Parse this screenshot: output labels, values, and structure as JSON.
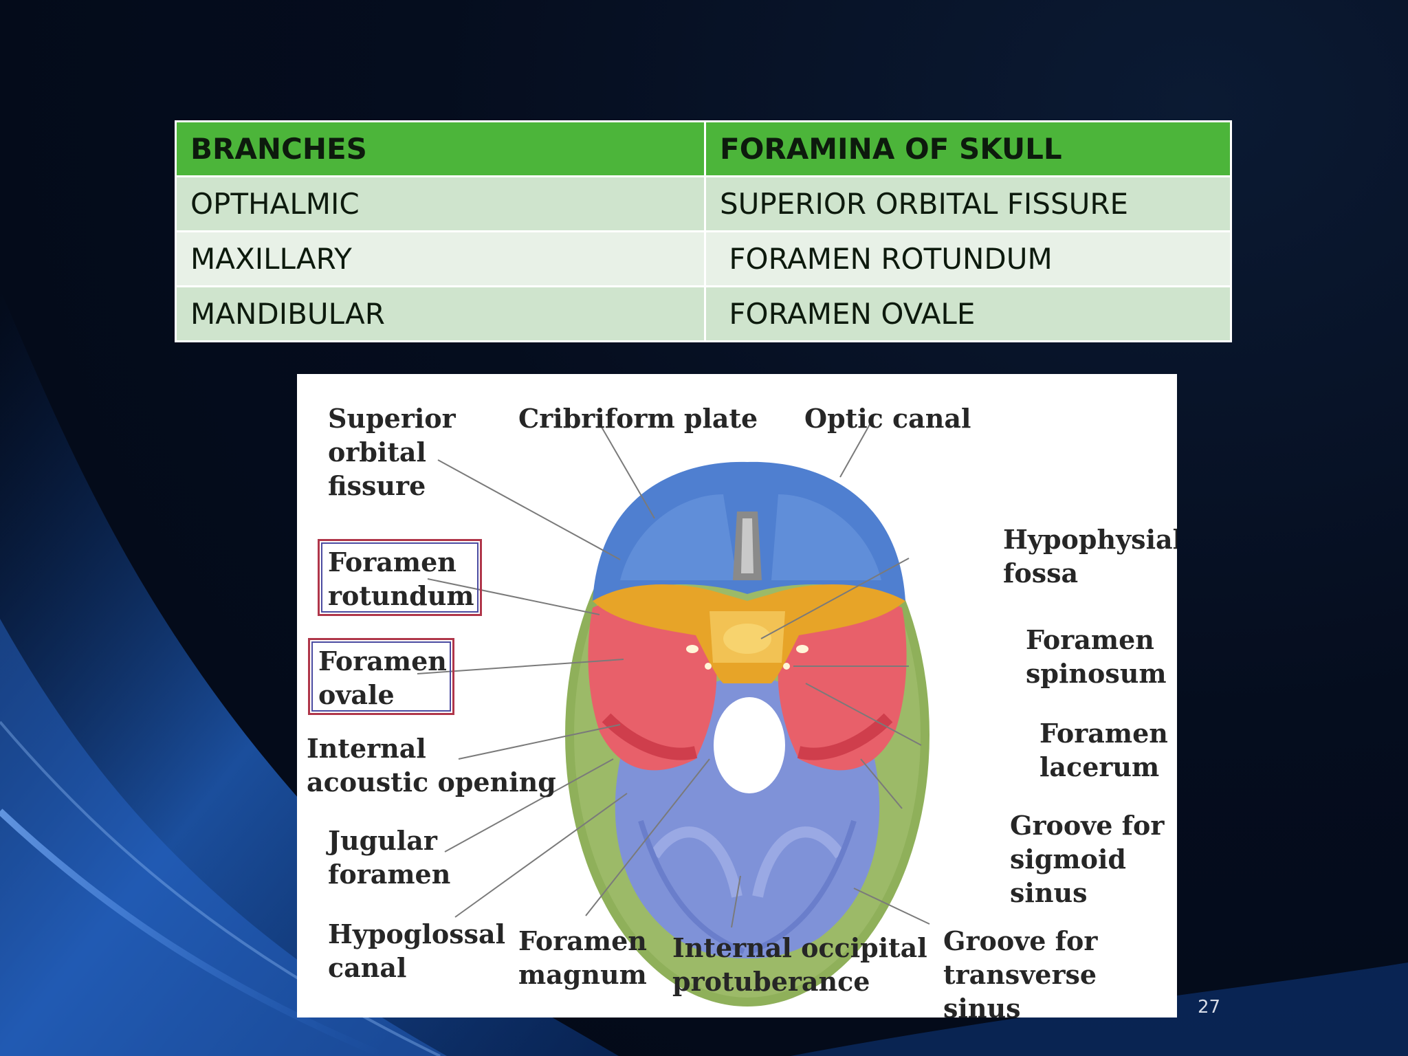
{
  "table": {
    "headers": [
      "BRANCHES",
      "FORAMINA OF SKULL"
    ],
    "rows": [
      [
        "OPTHALMIC",
        "SUPERIOR ORBITAL FISSURE"
      ],
      [
        "MAXILLARY",
        " FORAMEN ROTUNDUM"
      ],
      [
        "MANDIBULAR",
        " FORAMEN OVALE"
      ]
    ]
  },
  "figure": {
    "labels": {
      "superior_orbital_fissure": "Superior\norbital\nfissure",
      "cribriform_plate": "Cribriform plate",
      "optic_canal": "Optic canal",
      "foramen_rotundum": "Foramen\nrotundum",
      "foramen_ovale": "Foramen\novale",
      "internal_acoustic_opening": "Internal\nacoustic opening",
      "jugular_foramen": "Jugular\nforamen",
      "hypoglossal_canal": "Hypoglossal\ncanal",
      "foramen_magnum": "Foramen\nmagnum",
      "internal_occipital_protuberance": "Internal occipital\nprotuberance",
      "groove_transverse_sinus": "Groove for\ntransverse sinus",
      "hypophysial_fossa": "Hypophysial\nfossa",
      "foramen_spinosum": "Foramen\nspinosum",
      "foramen_lacerum": "Foramen\nlacerum",
      "groove_sigmoid_sinus": "Groove for\nsigmoid sinus"
    },
    "colors": {
      "anterior_fossa": "#4f7fd0",
      "sphenoid": "#e7a428",
      "middle_fossa": "#e8606a",
      "posterior_fossa": "#7f92d8",
      "skull_rim": "#8fb05a",
      "highlight_box": "#b0364a"
    }
  },
  "page_number": "27"
}
